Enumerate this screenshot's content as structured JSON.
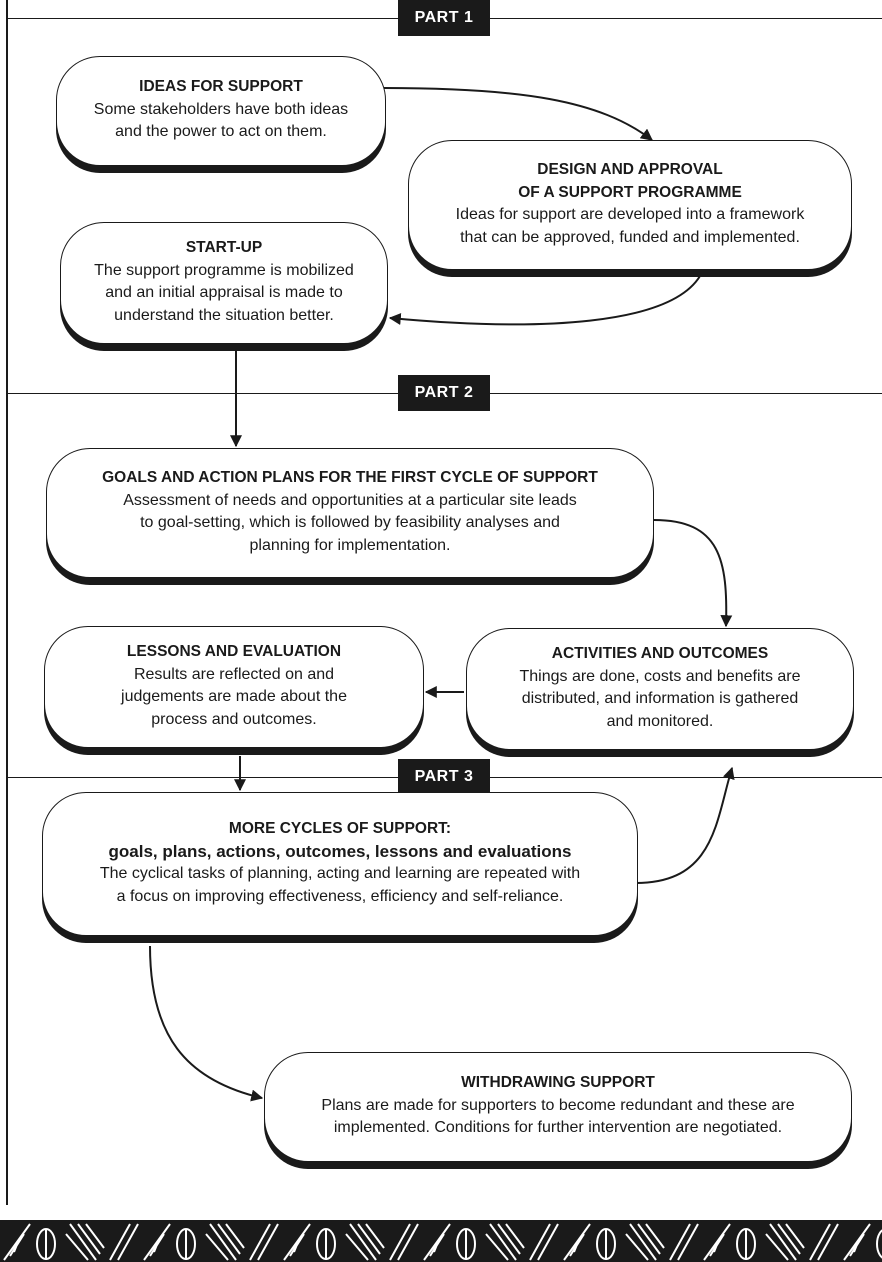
{
  "parts": {
    "part1": "PART 1",
    "part2": "PART 2",
    "part3": "PART 3"
  },
  "boxes": {
    "ideas": {
      "title": "IDEAS FOR SUPPORT",
      "lines": [
        "Some stakeholders have both ideas",
        "and the power to act on them."
      ]
    },
    "design": {
      "title_lines": [
        "DESIGN AND APPROVAL",
        "OF A SUPPORT PROGRAMME"
      ],
      "lines": [
        "Ideas for support are developed into a framework",
        "that can be approved, funded and implemented."
      ]
    },
    "startup": {
      "title": "START-UP",
      "lines": [
        "The support programme is mobilized",
        "and an initial appraisal is made to",
        "understand the situation better."
      ]
    },
    "goals": {
      "title": "GOALS AND ACTION PLANS FOR THE FIRST CYCLE OF SUPPORT",
      "lines": [
        "Assessment of needs and opportunities at a particular site leads",
        "to goal-setting, which is followed by feasibility analyses and",
        "planning for implementation."
      ]
    },
    "lessons": {
      "title": "LESSONS AND EVALUATION",
      "lines": [
        "Results are reflected on and",
        "judgements are made about  the",
        "process and outcomes."
      ]
    },
    "activities": {
      "title": "ACTIVITIES AND OUTCOMES",
      "lines": [
        "Things are done, costs and benefits are",
        "distributed, and information is gathered",
        "and monitored."
      ]
    },
    "cycles": {
      "title": "MORE CYCLES OF SUPPORT:",
      "subtitle": "goals, plans, actions, outcomes, lessons and evaluations",
      "lines": [
        "The cyclical tasks of planning, acting and learning are repeated with",
        "a focus on improving effectiveness, efficiency and self-reliance."
      ]
    },
    "withdrawing": {
      "title": "WITHDRAWING SUPPORT",
      "lines": [
        "Plans are made for supporters to become redundant and these are",
        "implemented. Conditions for further intervention are negotiated."
      ]
    }
  },
  "colors": {
    "ink": "#1a1a1a",
    "paper": "#ffffff"
  }
}
